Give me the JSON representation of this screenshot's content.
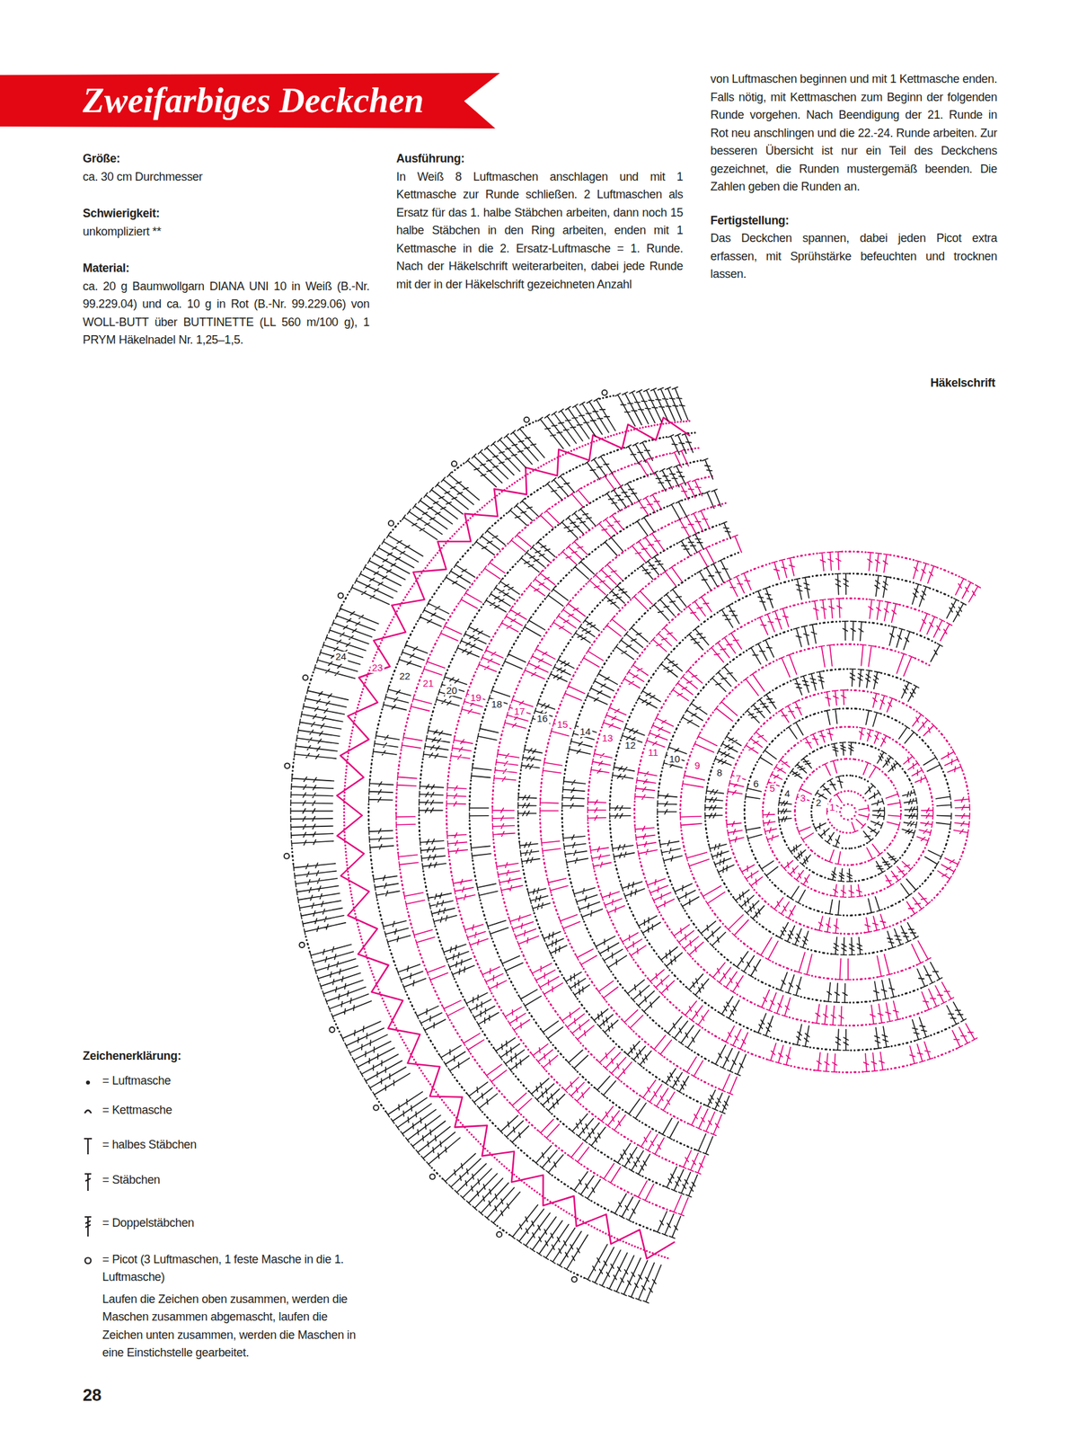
{
  "diagram": {
    "title": "Zweifarbiges Deckchen",
    "labels": [
      "Größe:",
      "ca. 30 cm Durchmesser",
      "Schwierigkeit:",
      "unkompliziert **",
      "Material:",
      "ca. 20 g Baumwollgarn DIANA UNI 10 in Weiß (B.-Nr. 99.229.04) und ca. 10 g in Rot (B.-Nr. 99.229.06) von WOLL-BUTT über BUTTINETTE (LL 560 m/100 g), 1 PRYM Häkelnadel Nr. 1,25–1,5.",
      "Ausführung:",
      "In Weiß 8 Luftmaschen anschlagen und mit 1 Kettmasche zur Runde schließen. 2 Luftmaschen als Ersatz für das 1. halbe Stäbchen arbeiten, dann noch 15 halbe Stäbchen in den Ring arbeiten, enden mit 1 Kettmasche in die 2. Ersatz-Luftmasche = 1. Runde. Nach der Häkelschrift weiterarbeiten, dabei jede Runde mit der in der Häkelschrift gezeichneten Anzahl",
      "von Luftmaschen beginnen und mit 1 Kettmasche enden. Falls nötig, mit Kettmaschen zum Beginn der folgenden Runde vorgehen. Nach Beendigung der 21. Runde in Rot neu anschlingen und die 22.-24. Runde arbeiten. Zur besseren Übersicht ist nur ein Teil des Deckchens gezeichnet, die Runden mustergemäß beenden. Die Zahlen geben die Runden an.",
      "Fertigstellung:",
      "Das Deckchen spannen, dabei jeden Picot extra erfassen, mit Sprühstärke befeuchten und trocknen lassen.",
      "Häkelschrift",
      "1",
      "2",
      "3",
      "4",
      "5",
      "6",
      "7",
      "8",
      "9",
      "10",
      "11",
      "12",
      "13",
      "14",
      "15",
      "16",
      "17",
      "18",
      "19",
      "20",
      "21",
      "22",
      "23",
      "24",
      "Zeichenerklärung:",
      "Laufen die Zeichen oben zusammen, werden die Maschen zusammen abgemascht, laufen die Zeichen unten zusammen, werden die Maschen in eine Einstichstelle gearbeitet.",
      "28"
    ],
    "legend": [
      {
        "text": "= Luftmasche"
      },
      {
        "text": "= Kettmasche"
      },
      {
        "text": "= halbes Stäbchen"
      },
      {
        "text": "= Stäbchen"
      },
      {
        "text": "= Doppelstäbchen"
      },
      {
        "text": "= Picot (3 Luftmaschen, 1 feste Masche in die 1. Luftmasche)"
      }
    ]
  }
}
